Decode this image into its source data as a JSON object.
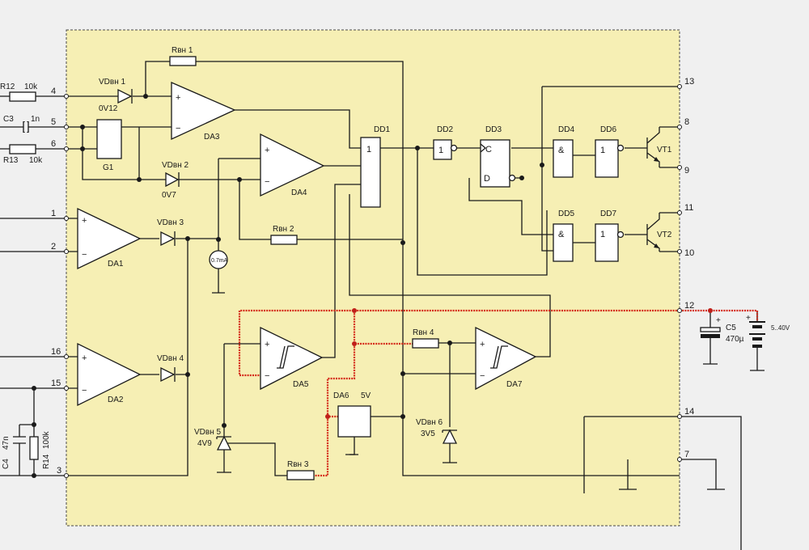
{
  "colors": {
    "board": "#f6efb4",
    "board_border": "#4a4a4a",
    "highlight": "#d42a1a",
    "background": "#f0f0f0"
  },
  "pins": {
    "p1": "1",
    "p2": "2",
    "p3": "3",
    "p4": "4",
    "p5": "5",
    "p6": "6",
    "p7": "7",
    "p8": "8",
    "p9": "9",
    "p10": "10",
    "p11": "11",
    "p12": "12",
    "p13": "13",
    "p14": "14",
    "p15": "15",
    "p16": "16"
  },
  "external": {
    "r12": "R12",
    "r12_val": "10k",
    "c3": "C3",
    "c3_val": "1n",
    "r13": "R13",
    "r13_val": "10k",
    "c4": "C4",
    "c4_val": "47n",
    "r14": "R14",
    "r14_val": "100k",
    "c5": "C5",
    "c5_val": "470µ",
    "battery_val": "5..40V"
  },
  "parts": {
    "rvn1": "Rвн 1",
    "rvn2": "Rвн 2",
    "rvn3": "Rвн 3",
    "rvn4": "Rвн 4",
    "vd1": "VDвн 1",
    "vd1_val": "0V12",
    "vd2": "VDвн 2",
    "vd2_val": "0V7",
    "vd3": "VDвн 3",
    "vd4": "VDвн 4",
    "vd5": "VDвн 5",
    "vd5_val": "4V9",
    "vd6": "VDвн 6",
    "vd6_val": "3V5",
    "g1": "G1",
    "da1": "DA1",
    "da2": "DA2",
    "da3": "DA3",
    "da4": "DA4",
    "da5": "DA5",
    "da6": "DA6",
    "da6_val": "5V",
    "da7": "DA7",
    "dd1": "DD1",
    "dd2": "DD2",
    "dd3": "DD3",
    "dd4": "DD4",
    "dd5": "DD5",
    "dd6": "DD6",
    "dd7": "DD7",
    "vt1": "VT1",
    "vt2": "VT2",
    "meter": "0.7mA"
  },
  "symbols": {
    "plus": "+",
    "minus": "−",
    "one": "1",
    "and": "&",
    "c": "C",
    "d": "D"
  }
}
